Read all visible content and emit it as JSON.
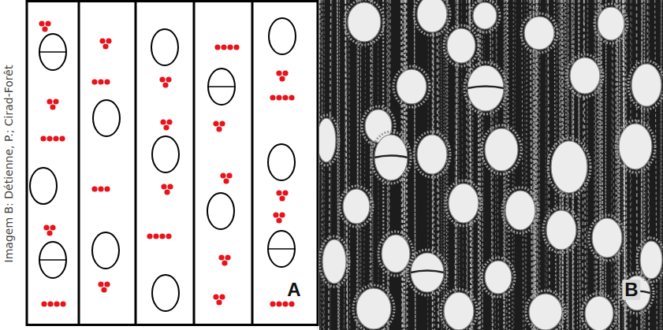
{
  "diagram": {
    "labels": [
      "Imagem B: Détienne, P.; Cirad-Forêt",
      "A",
      "B"
    ]
  }
}
